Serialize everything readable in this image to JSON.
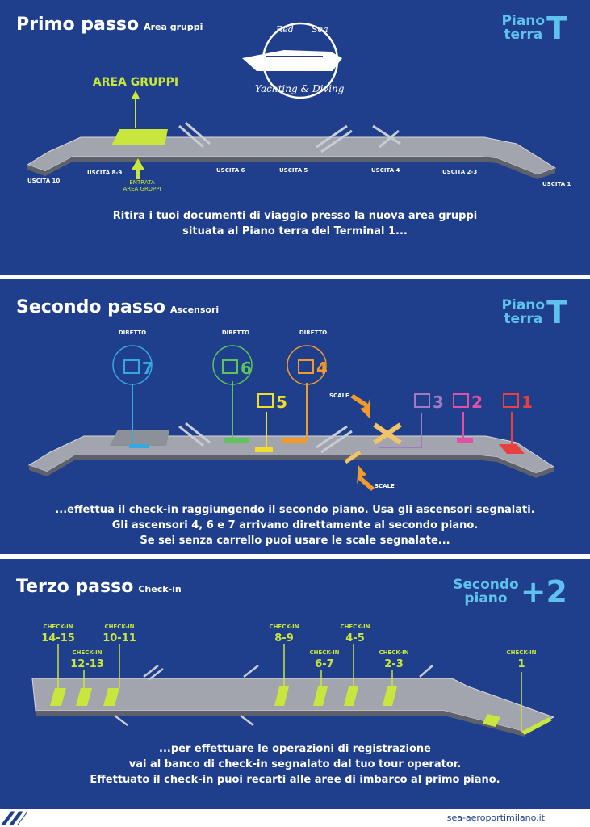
{
  "step1": {
    "title": "Primo passo",
    "subtitle": "Area gruppi",
    "floor_text_1": "Piano",
    "floor_text_2": "terra",
    "floor_symbol": "T",
    "area_label": "AREA GRUPPI",
    "entrance_1": "ENTRATA",
    "entrance_2": "AREA GRUPPI",
    "exits": [
      "USCITA 10",
      "USCITA 8-9",
      "USCITA 6",
      "USCITA 5",
      "USCITA 4",
      "USCITA 2-3",
      "USCITA 1"
    ],
    "desc_1": "Ritira i tuoi documenti di viaggio presso la nuova area gruppi",
    "desc_2": "situata al Piano terra del Terminal 1...",
    "logo": {
      "line_1": "Red",
      "line_2": "Sea",
      "line_3": "Yachting & Diving"
    }
  },
  "step2": {
    "title": "Secondo passo",
    "subtitle": "Ascensori",
    "floor_text_1": "Piano",
    "floor_text_2": "terra",
    "floor_symbol": "T",
    "direct_label": "DIRETTO",
    "scale_label": "SCALE",
    "lifts": [
      {
        "num": "7",
        "color": "#34a9e0"
      },
      {
        "num": "6",
        "color": "#5cc45a"
      },
      {
        "num": "5",
        "color": "#f2dd2a"
      },
      {
        "num": "4",
        "color": "#f39a2c"
      },
      {
        "num": "3",
        "color": "#a07ac4"
      },
      {
        "num": "2",
        "color": "#e250a3"
      },
      {
        "num": "1",
        "color": "#e8403c"
      }
    ],
    "desc_1": "...effettua il check-in raggiungendo il secondo piano. Usa gli ascensori segnalati.",
    "desc_2": "Gli ascensori 4, 6 e 7 arrivano direttamente al secondo piano.",
    "desc_3": "Se sei senza carrello puoi usare le scale segnalate..."
  },
  "step3": {
    "title": "Terzo passo",
    "subtitle": "Check-in",
    "floor_text_1": "Secondo",
    "floor_text_2": "piano",
    "floor_symbol": "+2",
    "checkin_label": "CHECK-IN",
    "desks": [
      "14-15",
      "12-13",
      "10-11",
      "8-9",
      "6-7",
      "4-5",
      "2-3",
      "1"
    ],
    "desc_1": "...per effettuare le operazioni di registrazione",
    "desc_2": "vai al banco di check-in segnalato dal tuo tour operator.",
    "desc_3": "Effettuato il check-in puoi recarti alle aree di imbarco al primo piano."
  },
  "footer": {
    "website": "sea-aeroportimilano.it"
  },
  "colors": {
    "panel": "#1f3f8c",
    "accent": "#c8e63c",
    "floor": "#5fc1ee"
  }
}
